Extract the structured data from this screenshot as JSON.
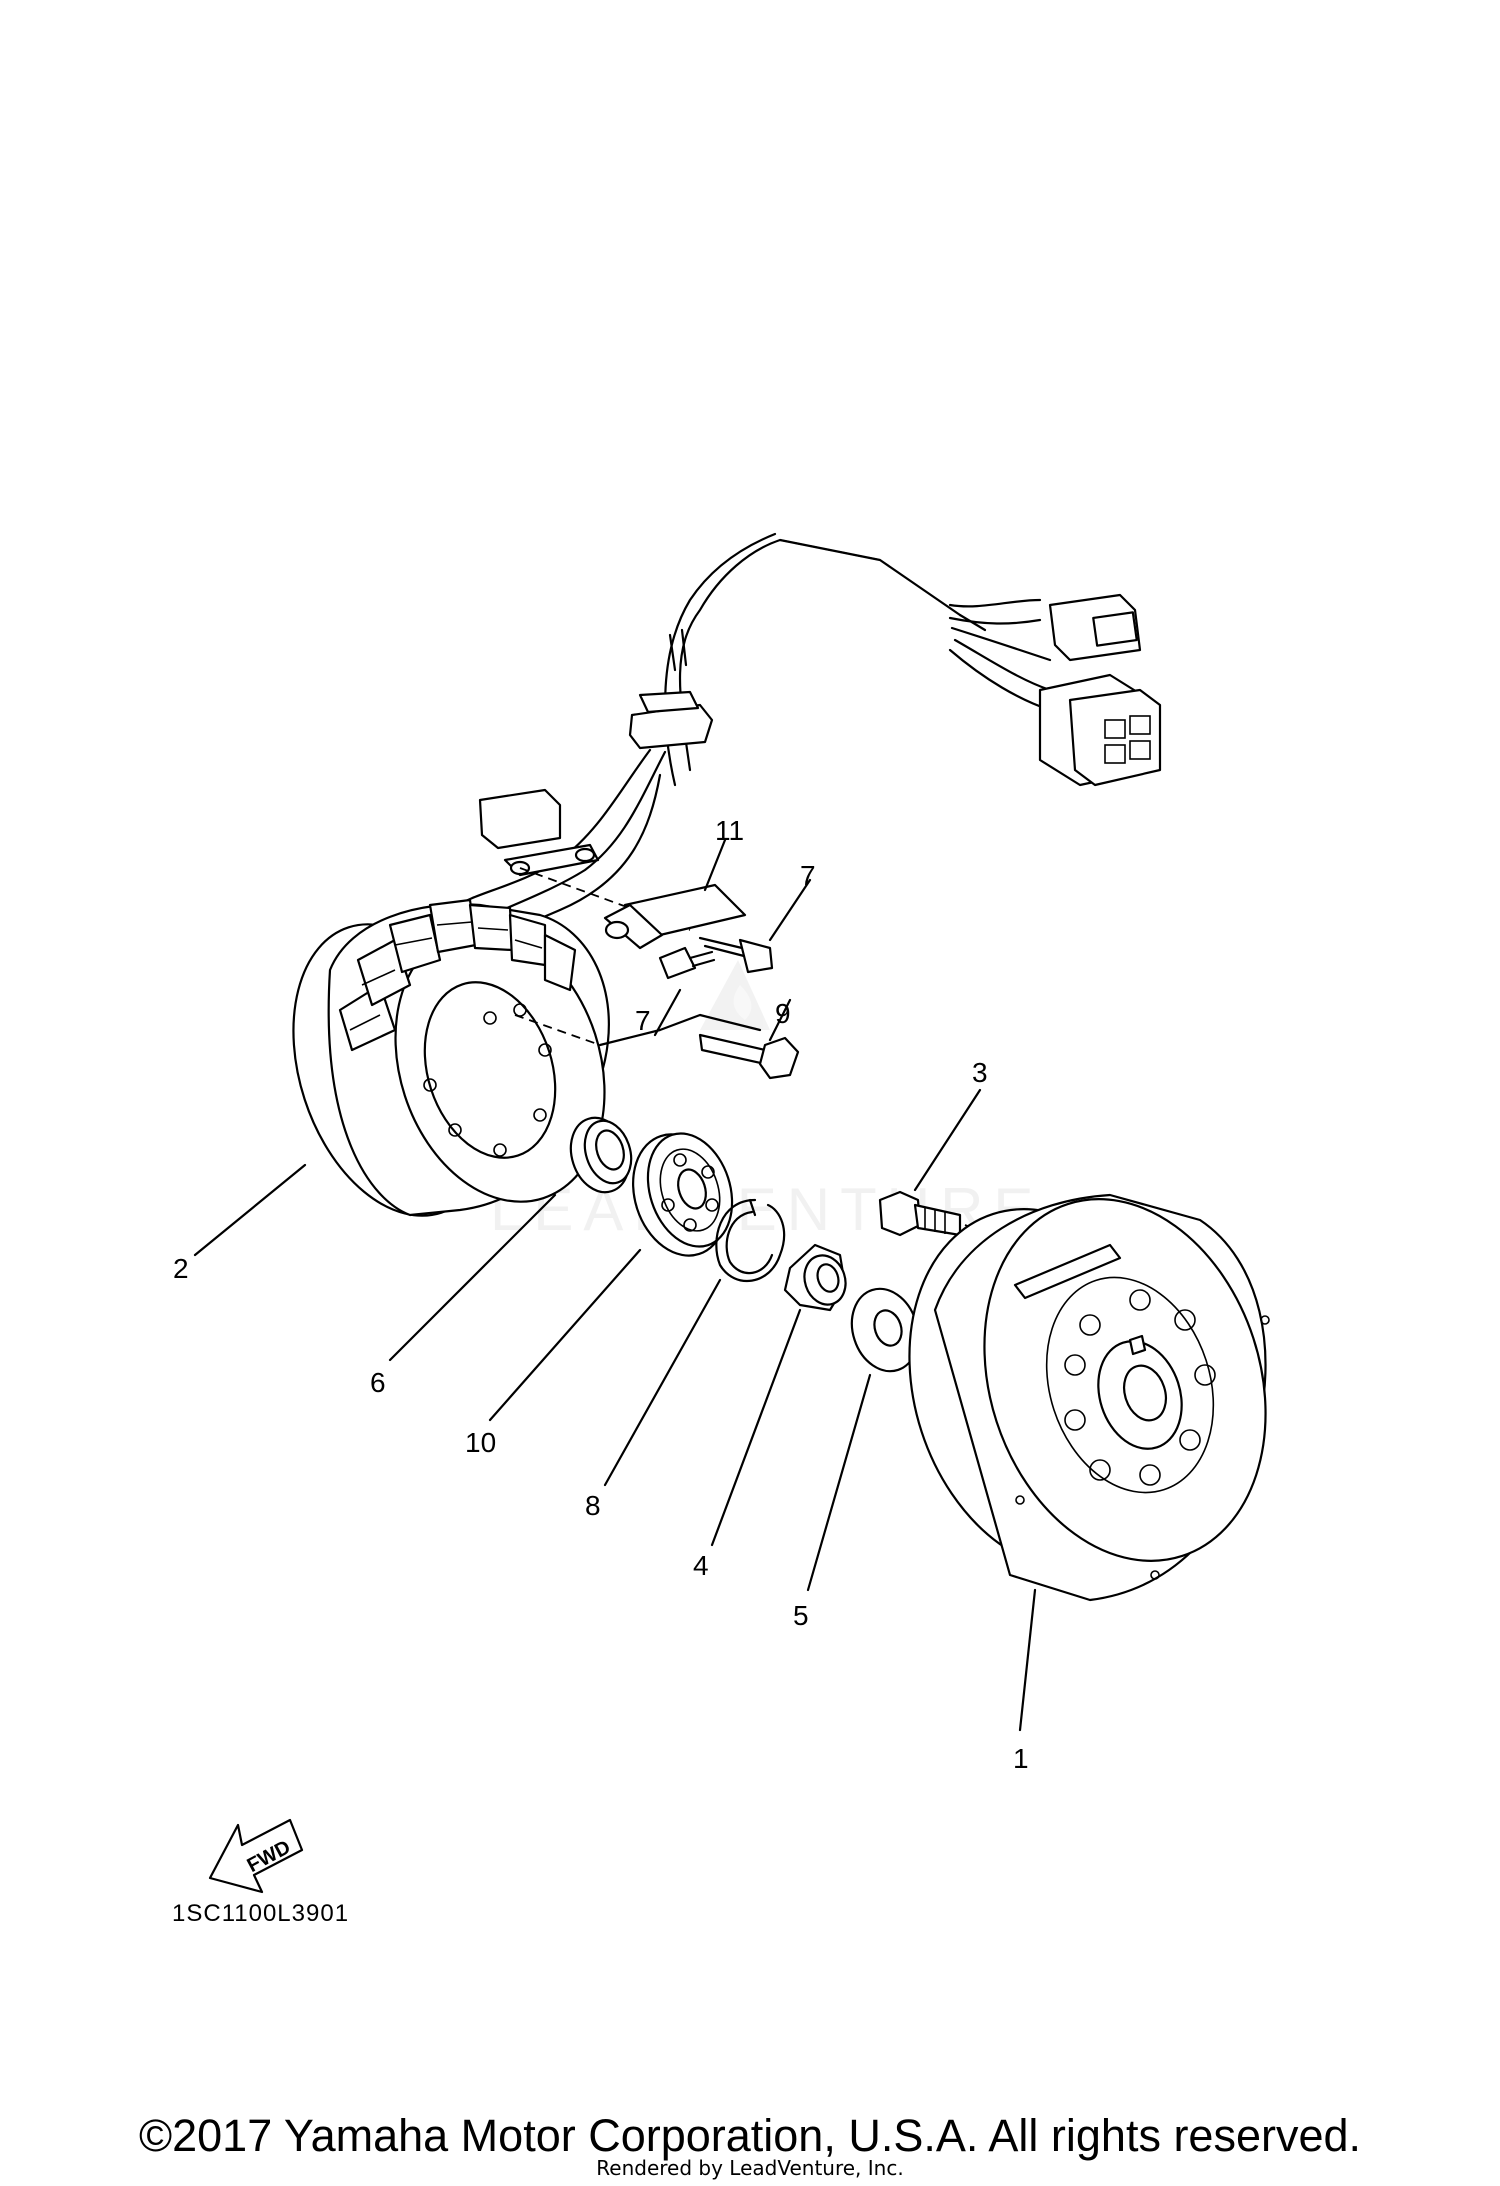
{
  "diagram": {
    "watermark": "LEADVENTURE",
    "ref_code": "1SC1100L3901",
    "fwd_label": "FWD",
    "callouts": {
      "p1": "1",
      "p2": "2",
      "p3": "3",
      "p4": "4",
      "p5": "5",
      "p6": "6",
      "p7a": "7",
      "p7b": "7",
      "p8": "8",
      "p9": "9",
      "p10": "10",
      "p11": "11"
    }
  },
  "footer": {
    "copyright": "©2017 Yamaha Motor Corporation, U.S.A. All rights reserved.",
    "rendered_by": "Rendered by LeadVenture, Inc."
  }
}
